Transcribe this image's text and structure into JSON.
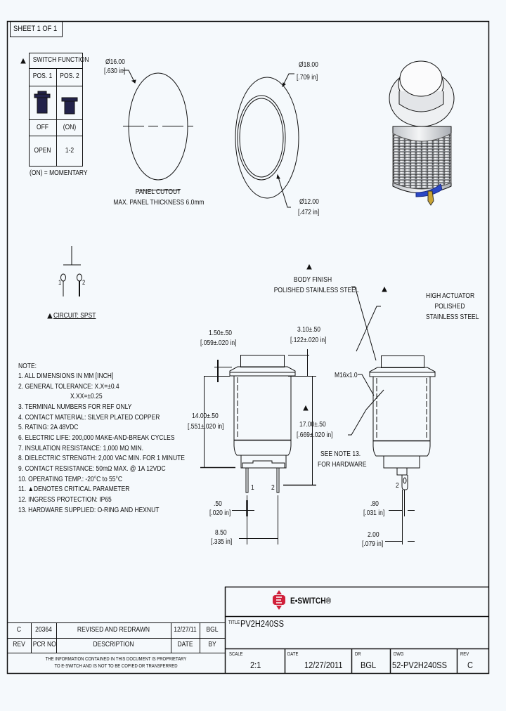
{
  "sheet": "SHEET 1 OF 1",
  "switch_function": {
    "title": "SWITCH FUNCTION",
    "columns": [
      "POS. 1",
      "POS. 2"
    ],
    "state": [
      "OFF",
      "(ON)"
    ],
    "circuit": [
      "OPEN",
      "1-2"
    ],
    "footnote": "(ON) = MOMENTARY",
    "actuator_color": "#22224a"
  },
  "panel_cutout": {
    "dia_mm": "Ø16.00",
    "dia_in": "[.630 in]",
    "title": "PANEL CUTOUT",
    "subtitle": "MAX. PANEL THICKNESS 6.0mm"
  },
  "ring_view": {
    "outer_mm": "Ø18.00",
    "outer_in": "[.709 in]",
    "inner_mm": "Ø12.00",
    "inner_in": "[.472 in]"
  },
  "circuit": {
    "label": "CIRCUIT: SPST",
    "terminal_1": "1",
    "terminal_2": "2"
  },
  "notes": {
    "heading": "NOTE:",
    "items": [
      "1. ALL DIMENSIONS IN MM [INCH]",
      "2. GENERAL TOLERANCE: X.X=±0.4",
      "X.XX=±0.25",
      "3. TERMINAL NUMBERS FOR REF ONLY",
      "4. CONTACT MATERIAL: SILVER PLATED COPPER",
      "5. RATING: 2A 48VDC",
      "6. ELECTRIC LIFE: 200,000 MAKE-AND-BREAK CYCLES",
      "7. INSULATION RESISTANCE: 1,000 MΩ MIN.",
      "8. DIELECTRIC STRENGTH: 2,000 VAC MIN. FOR 1 MINUTE",
      "9. CONTACT RESISTANCE: 50mΩ MAX. @ 1A 12VDC",
      "10. OPERATING TEMP.: -20°C to 55°C",
      "11. ▲DENOTES CRITICAL PARAMETER",
      "12. INGRESS PROTECTION: IP65",
      "13. HARDWARE SUPPLIED: O-RING AND HEXNUT"
    ]
  },
  "front_view": {
    "flange_mm": "1.50±.50",
    "flange_in": "[.059±.020 in]",
    "actuator_mm": "3.10±.50",
    "actuator_in": "[.122±.020 in]",
    "body_mm": "14.00±.50",
    "body_in": "[.551±.020 in]",
    "total_mm": "17.00±.50",
    "total_in": "[.669±.020 in]",
    "pin_w_mm": ".50",
    "pin_w_in": "[.020 in]",
    "pitch_mm": "8.50",
    "pitch_in": "[.335 in]",
    "pin_1": "1",
    "pin_2": "2"
  },
  "side_view": {
    "body_finish": "BODY FINISH",
    "body_material": "POLISHED STAINLESS STEEL",
    "actuator_1": "HIGH ACTUATOR",
    "actuator_2": "POLISHED",
    "actuator_3": "STAINLESS STEEL",
    "thread": "M16x1.0",
    "see_note_1": "SEE NOTE 13.",
    "see_note_2": "FOR HARDWARE",
    "pin_label": "2",
    "pin_t_mm": ".80",
    "pin_t_in": "[.031 in]",
    "pin_w_mm": "2.00",
    "pin_w_in": "[.079 in]"
  },
  "revision_table": {
    "row": {
      "rev": "C",
      "pcr": "20364",
      "description": "REVISED AND REDRAWN",
      "date": "12/27/11",
      "by": "BGL"
    },
    "headers": {
      "rev": "REV",
      "pcr": "PCR NO",
      "description": "DESCRIPTION",
      "date": "DATE",
      "by": "BY"
    },
    "proprietary_1": "THE INFORMATION CONTAINED IN THIS DOCUMENT IS PROPRIETARY",
    "proprietary_2": "TO E-SWITCH AND IS NOT TO BE COPIED OR TRANSFERRED"
  },
  "title_block": {
    "logo": "E•SWITCH®",
    "logo_color": "#d0203a",
    "title_label": "TITLE",
    "title": "PV2H240SS",
    "scale_label": "SCALE",
    "scale": "2:1",
    "date_label": "DATE",
    "date": "12/27/2011",
    "dr_label": "DR",
    "dr": "BGL",
    "dwg_label": "DWG",
    "dwg": "52-PV2H240SS",
    "rev_label": "REV",
    "rev": "C"
  }
}
